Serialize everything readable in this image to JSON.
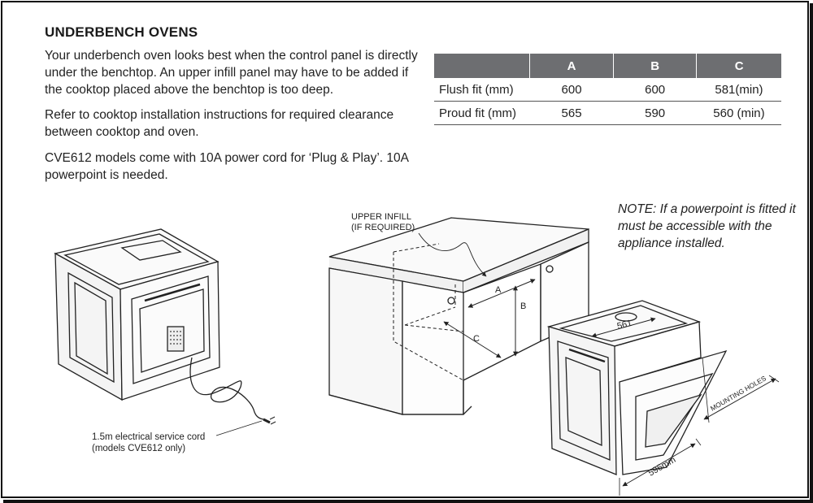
{
  "section": {
    "heading": "UNDERBENCH OVENS",
    "paragraphs": [
      "Your underbench oven looks best when the control panel is directly under the benchtop. An upper infill panel may have to be added if the cooktop placed above the benchtop is too deep.",
      "Refer to cooktop installation instructions for required clearance between cooktop and oven.",
      "CVE612 models come with 10A power cord for ‘Plug & Play’. 10A powerpoint is needed."
    ]
  },
  "table": {
    "headers": [
      "",
      "A",
      "B",
      "C"
    ],
    "rows": [
      {
        "label": "Flush fit (mm)",
        "a": "600",
        "b": "600",
        "c": "581(min)"
      },
      {
        "label": "Proud fit (mm)",
        "a": "565",
        "b": "590",
        "c": "560 (min)"
      }
    ],
    "header_color": "#6d6e71"
  },
  "note": "NOTE: If a powerpoint is fitted it must be accessible with the appliance installed.",
  "diagram_labels": {
    "upper_infill_line1": "UPPER INFILL",
    "upper_infill_line2": "(IF REQUIRED)",
    "dim_a": "A",
    "dim_b": "B",
    "dim_c": "C",
    "dim_561": "561",
    "dim_596": "596mm",
    "mounting_holes": "MOUNTING HOLES",
    "cord_line1": "1.5m electrical service cord",
    "cord_line2": "(models CVE612 only)"
  }
}
